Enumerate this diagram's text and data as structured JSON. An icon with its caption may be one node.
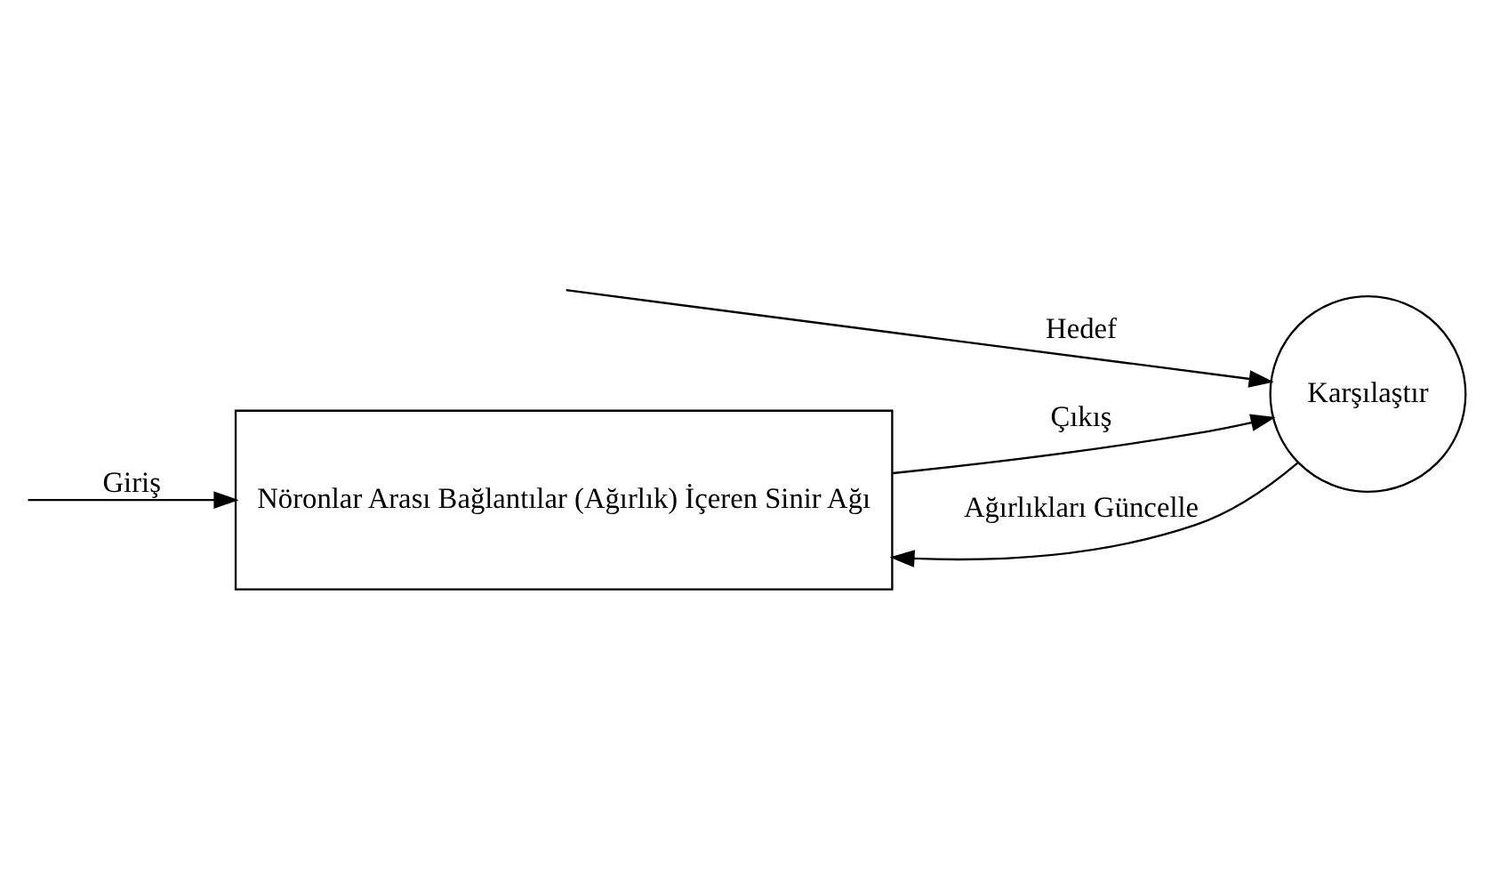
{
  "diagram": {
    "nodes": [
      {
        "text": [
          "Nöronlar Arası Bağlantılar (Ağırlık) İçeren Sinir Ağı"
        ]
      },
      {
        "text": [
          "Karşılaştır"
        ]
      }
    ],
    "edges": [
      {
        "from": null,
        "to": 0,
        "arrow": "to",
        "label": "Giriş"
      },
      {
        "from": 0,
        "to": 1,
        "arrow": "to",
        "label": "Çıkış"
      },
      {
        "from": null,
        "to": 1,
        "arrow": "to",
        "label": "Hedef"
      },
      {
        "from": 1,
        "to": 0,
        "arrow": "to",
        "label": "Ağırlıkları Güncelle"
      }
    ]
  }
}
